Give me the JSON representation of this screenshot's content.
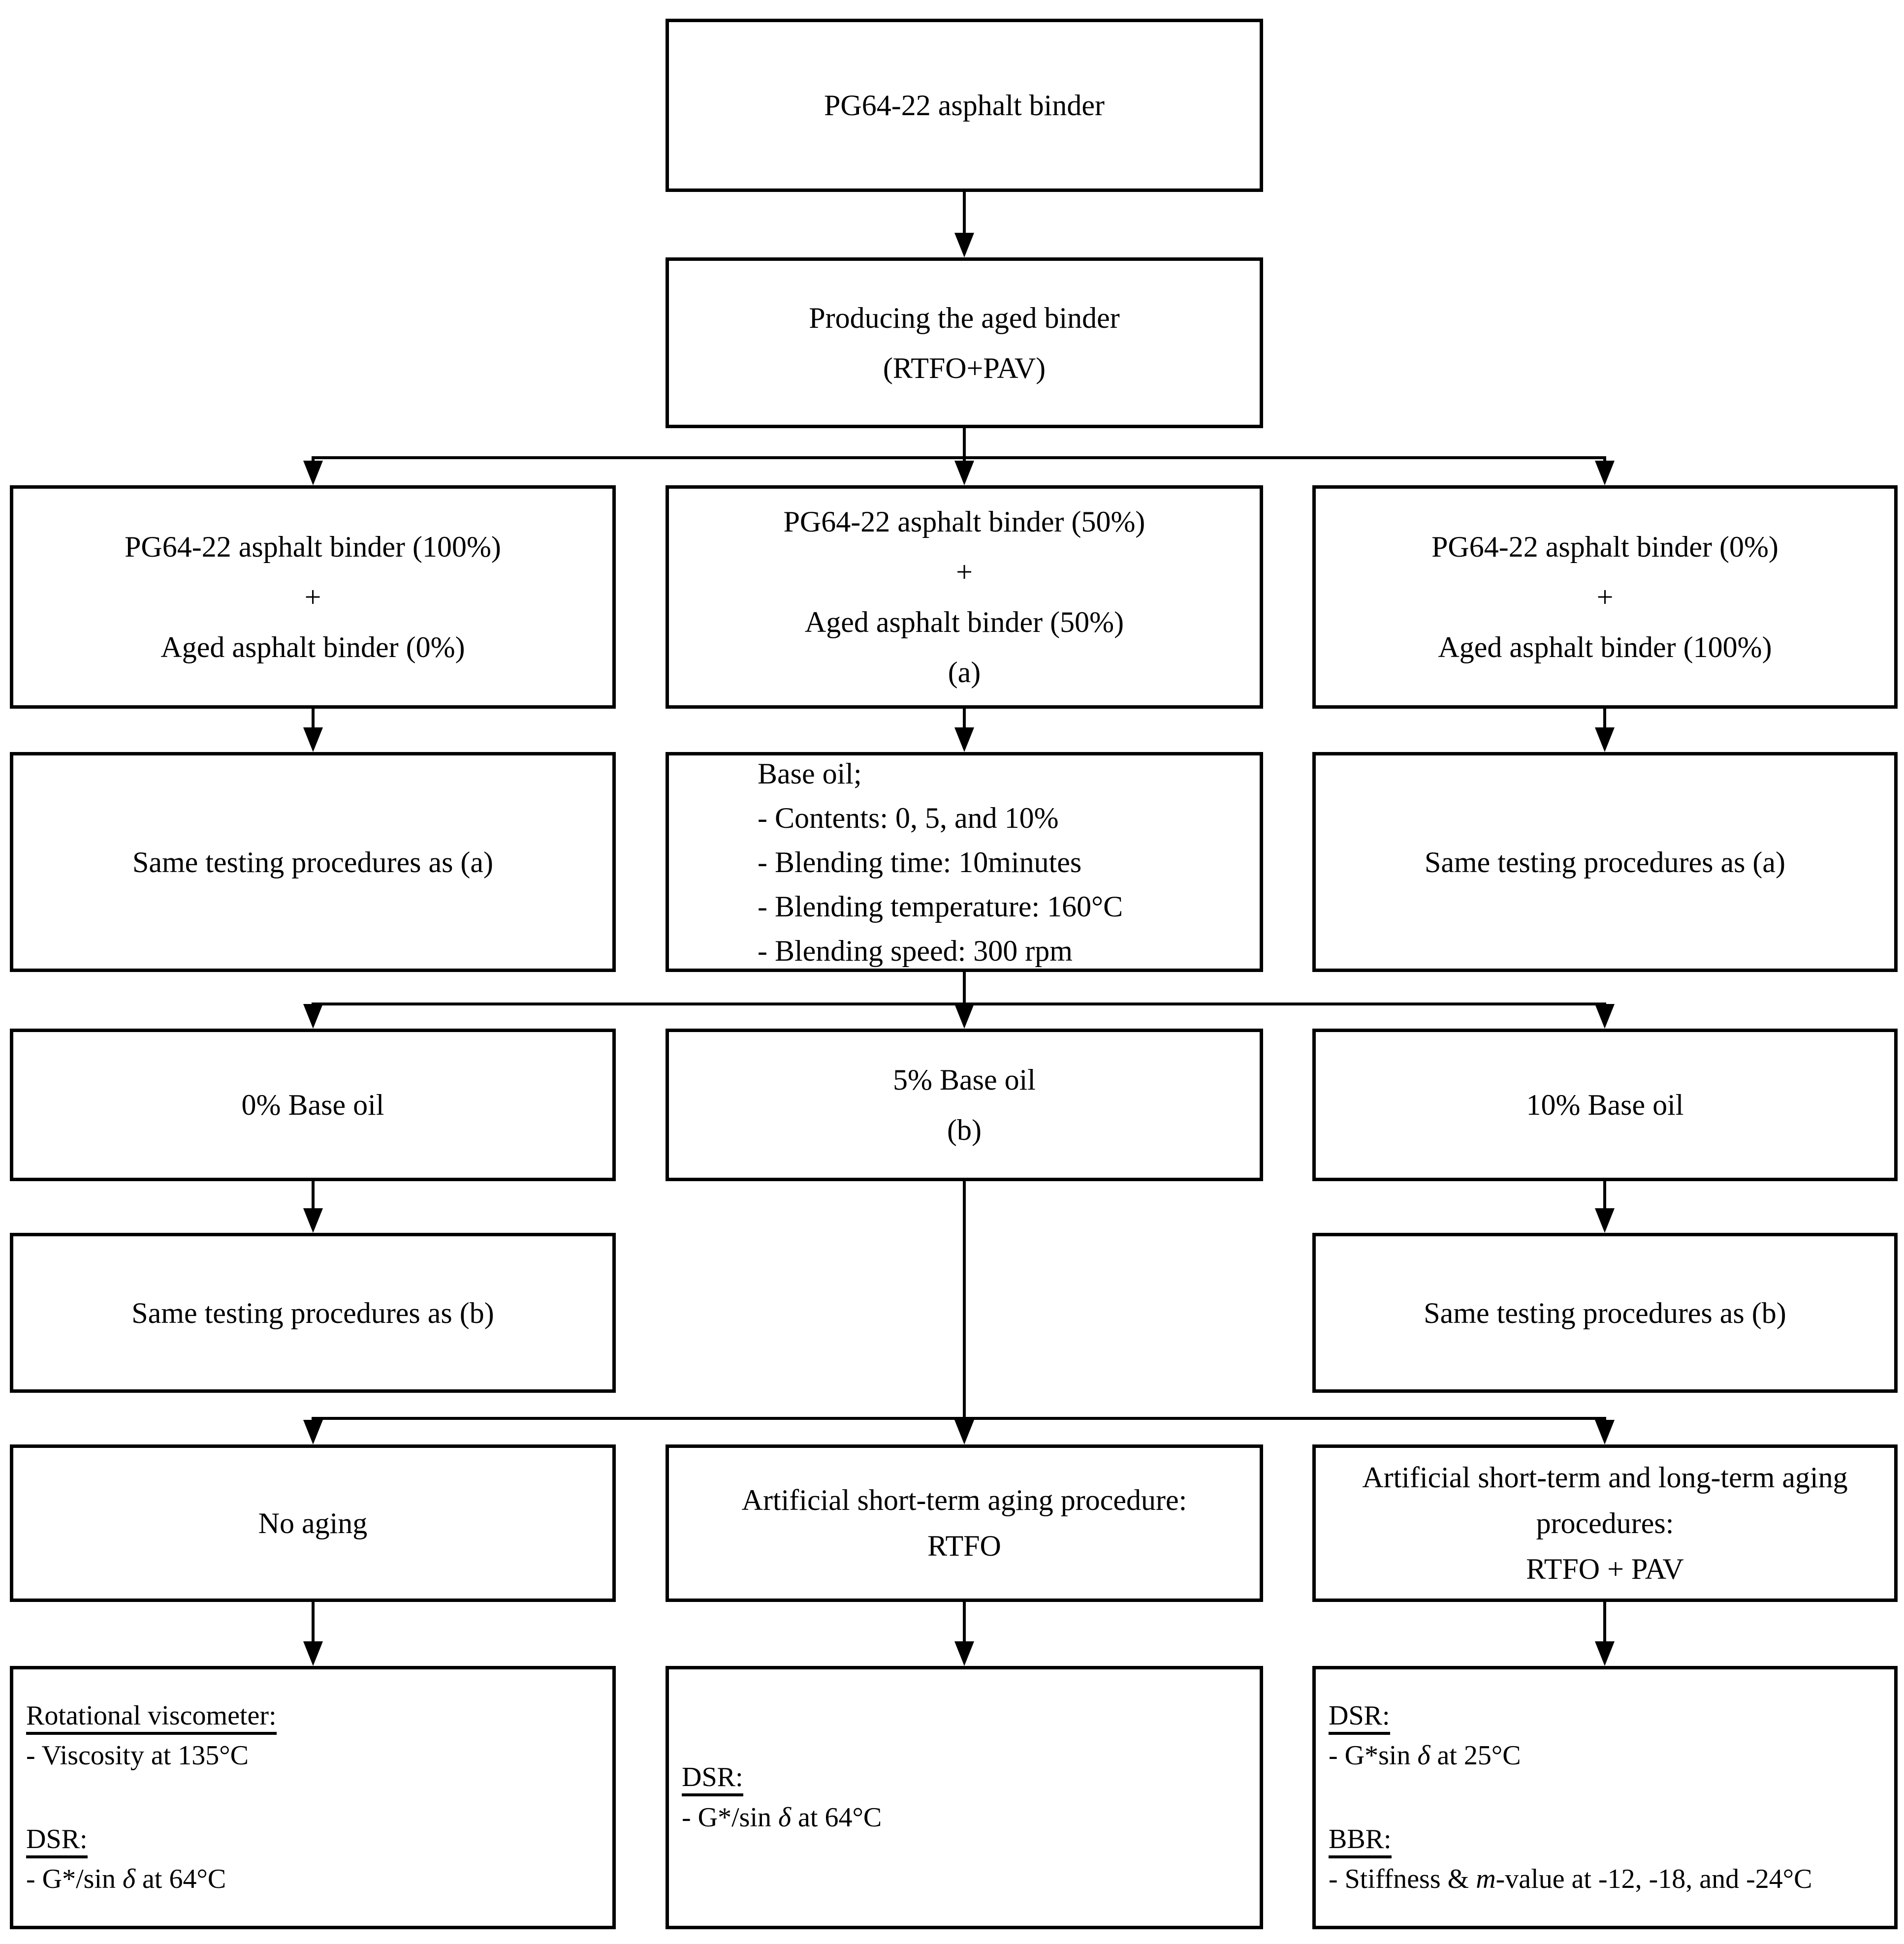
{
  "figure": {
    "background": "#ffffff",
    "ink": "#000000"
  },
  "nodes": {
    "source": "PG64-22 asphalt binder",
    "aging_production": "Producing the aged binder\n(RTFO+PAV)",
    "blend_100_0": "PG64-22 asphalt binder (100%)\n+\nAged asphalt binder (0%)",
    "blend_50_50": "PG64-22 asphalt binder (50%)\n+\nAged asphalt binder (50%)\n(a)",
    "blend_0_100": "PG64-22 asphalt binder (0%)\n+\nAged asphalt binder (100%)",
    "same_as_a_left": "Same testing procedures as (a)",
    "base_oil": "Base oil;\n- Contents: 0, 5, and 10%\n- Blending time: 10minutes\n- Blending temperature: 160°C\n- Blending speed: 300 rpm",
    "same_as_a_right": "Same testing procedures as (a)",
    "oil_0": "0% Base oil",
    "oil_5": "5% Base oil\n(b)",
    "oil_10": "10% Base oil",
    "same_as_b_left": "Same testing procedures as (b)",
    "same_as_b_right": "Same testing procedures as (b)",
    "no_aging": "No aging",
    "rtfo": "Artificial short-term aging procedure:\nRTFO",
    "rtfo_pav": "Artificial short-term and long-term aging\nprocedures:\nRTFO + PAV",
    "results_unaged": {
      "heading1": "Rotational viscometer:",
      "item1": "- Viscosity at 135°C",
      "heading2": "DSR:",
      "item2_pre": "- G*/sin ",
      "item2_italic": "δ",
      "item2_post": " at 64°C"
    },
    "results_rtfo": {
      "heading1": "DSR:",
      "item1_pre": "- G*/sin ",
      "item1_italic": "δ",
      "item1_post": " at 64°C"
    },
    "results_rtfo_pav": {
      "heading1": "DSR:",
      "item1_pre": "- G*sin ",
      "item1_italic": "δ",
      "item1_post": " at 25°C",
      "heading2": "BBR:",
      "item2_pre": "- Stiffness & ",
      "item2_italic": "m",
      "item2_post": "-value at -12, -18, and -24°C"
    }
  }
}
